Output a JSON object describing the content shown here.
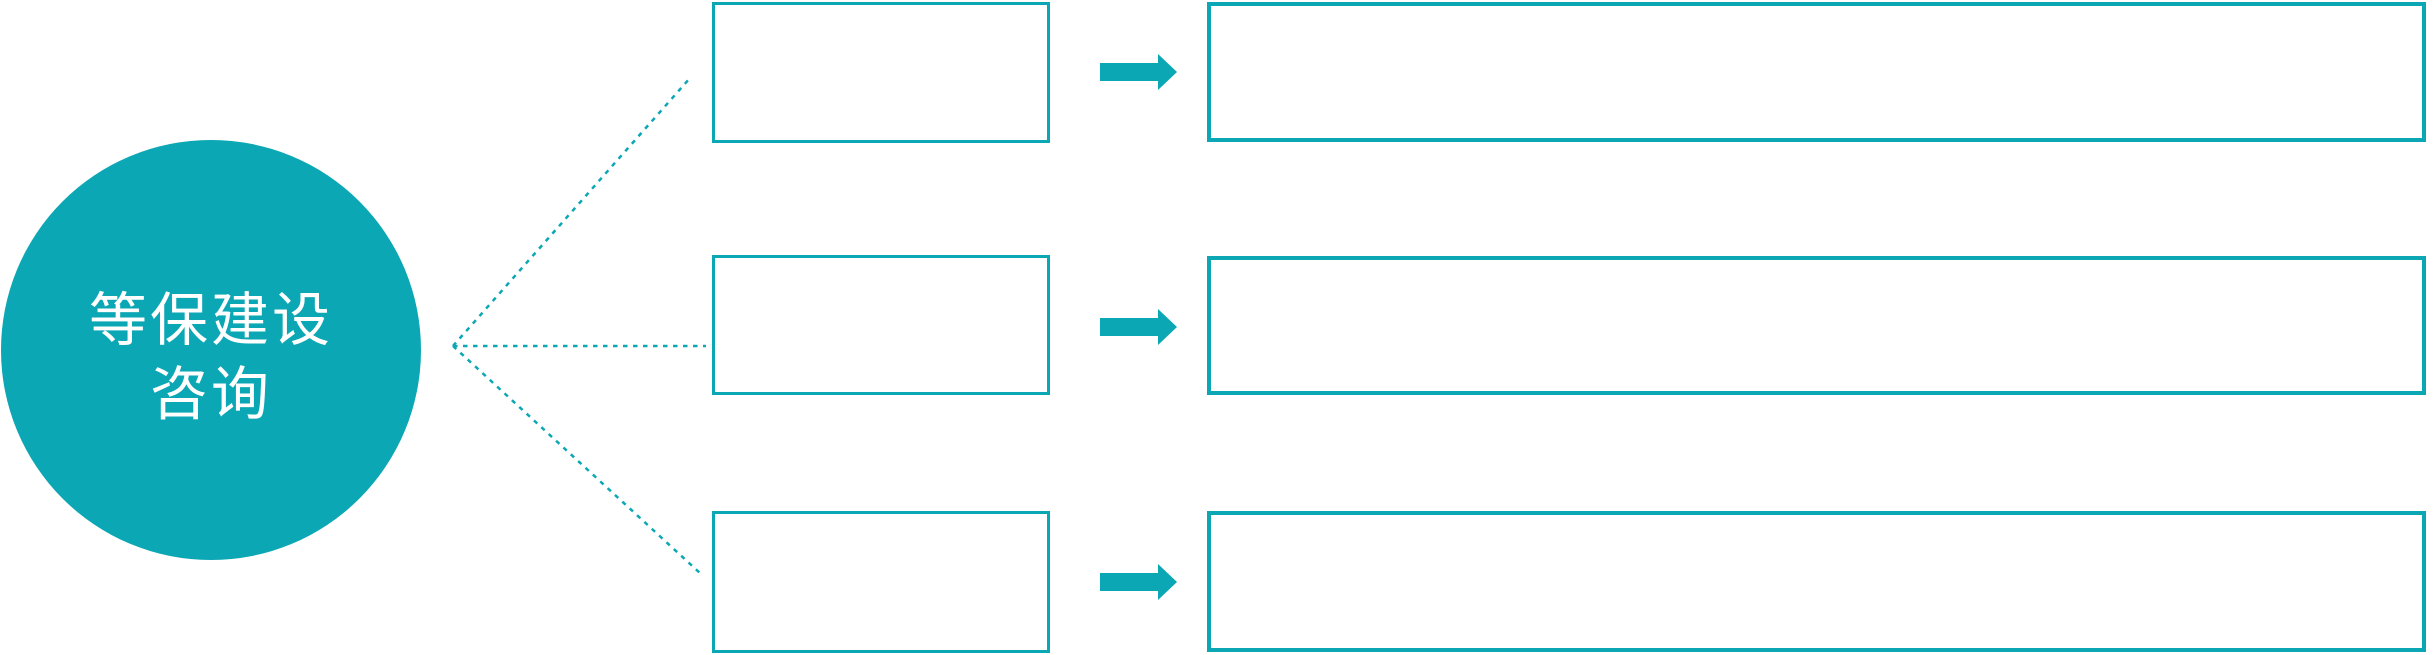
{
  "hub": {
    "label": "等保建设咨询",
    "line1": "等保建设",
    "line2": "咨询"
  },
  "rows": [
    {
      "category_label": "",
      "detail_label": ""
    },
    {
      "category_label": "",
      "detail_label": ""
    },
    {
      "category_label": "",
      "detail_label": ""
    }
  ],
  "icons": {
    "right_arrow_icon": "➔"
  },
  "colors": {
    "accent": "#0BA7B4",
    "hub_text": "#ffffff",
    "box_fill": "#ffffff"
  }
}
